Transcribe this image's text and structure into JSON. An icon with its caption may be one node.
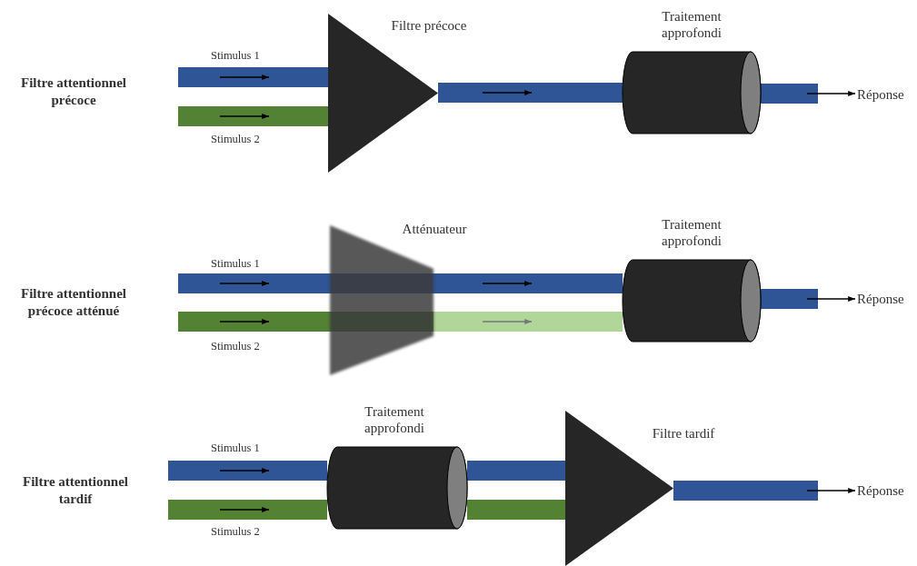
{
  "diagram": {
    "nodes": [
      {
        "text": [
          "Filtre précoce"
        ]
      },
      {
        "text": [
          "Traitement approfondi"
        ]
      },
      {
        "text": [
          "Réponse"
        ]
      },
      {
        "text": [
          "Atténuateur"
        ]
      },
      {
        "text": [
          "Traitement approfondi"
        ]
      },
      {
        "text": [
          "Réponse"
        ]
      },
      {
        "text": [
          "Traitement approfondi"
        ]
      },
      {
        "text": [
          "Filtre tardif"
        ]
      },
      {
        "text": [
          "Réponse"
        ]
      }
    ],
    "edges": [
      {
        "from": null,
        "to": 0,
        "arrow": "none"
      },
      {
        "from": null,
        "to": 0,
        "arrow": "none",
        "color": "#548235"
      },
      {
        "from": 0,
        "to": 1,
        "arrow": "none"
      },
      {
        "from": 1,
        "to": 2,
        "arrow": "to"
      },
      {
        "from": null,
        "to": 3,
        "arrow": "none"
      },
      {
        "from": 3,
        "to": 4,
        "arrow": "none"
      },
      {
        "from": null,
        "to": 3,
        "arrow": "none",
        "color": "#548235"
      },
      {
        "from": 3,
        "to": 4,
        "arrow": "none",
        "color": "#a9d18e"
      },
      {
        "from": 4,
        "to": 5,
        "arrow": "to"
      },
      {
        "from": null,
        "to": 6,
        "arrow": "none"
      },
      {
        "from": null,
        "to": 6,
        "arrow": "none",
        "color": "#548235"
      },
      {
        "from": 6,
        "to": 7,
        "arrow": "none"
      },
      {
        "from": 6,
        "to": 7,
        "arrow": "none",
        "color": "#548235"
      },
      {
        "from": 7,
        "to": 8,
        "arrow": "to"
      }
    ],
    "labels": [
      "Filtre attentionnel précoce",
      "Stimulus 1",
      "Stimulus 2",
      "Filtre attentionnel précoce atténué",
      "Stimulus 1",
      "Stimulus 2",
      "Filtre attentionnel tardif",
      "Stimulus 1",
      "Stimulus 2"
    ]
  }
}
